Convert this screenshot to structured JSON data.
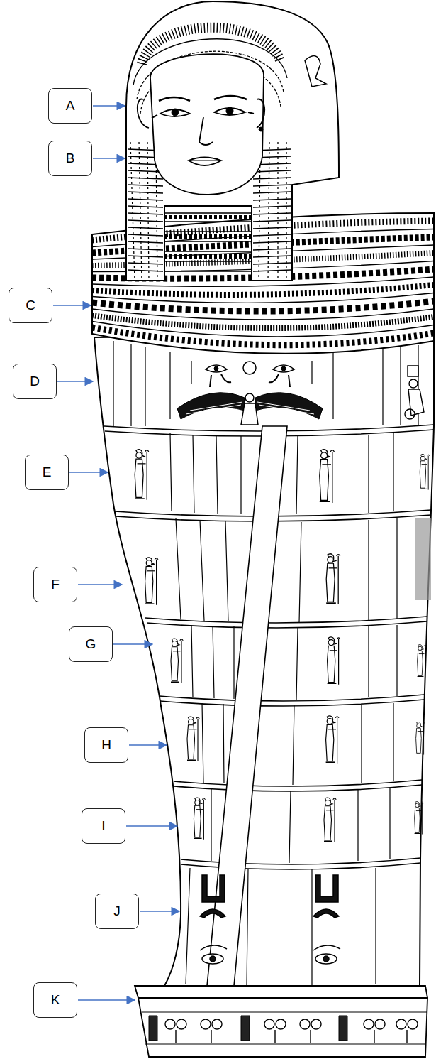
{
  "diagram": {
    "nodes": [
      {
        "text": [
          "A"
        ]
      },
      {
        "text": [
          "B"
        ]
      },
      {
        "text": [
          "C"
        ]
      },
      {
        "text": [
          "D"
        ]
      },
      {
        "text": [
          "E"
        ]
      },
      {
        "text": [
          "F"
        ]
      },
      {
        "text": [
          "G"
        ]
      },
      {
        "text": [
          "H"
        ]
      },
      {
        "text": [
          "I"
        ]
      },
      {
        "text": [
          "J"
        ]
      },
      {
        "text": [
          "K"
        ]
      }
    ]
  }
}
